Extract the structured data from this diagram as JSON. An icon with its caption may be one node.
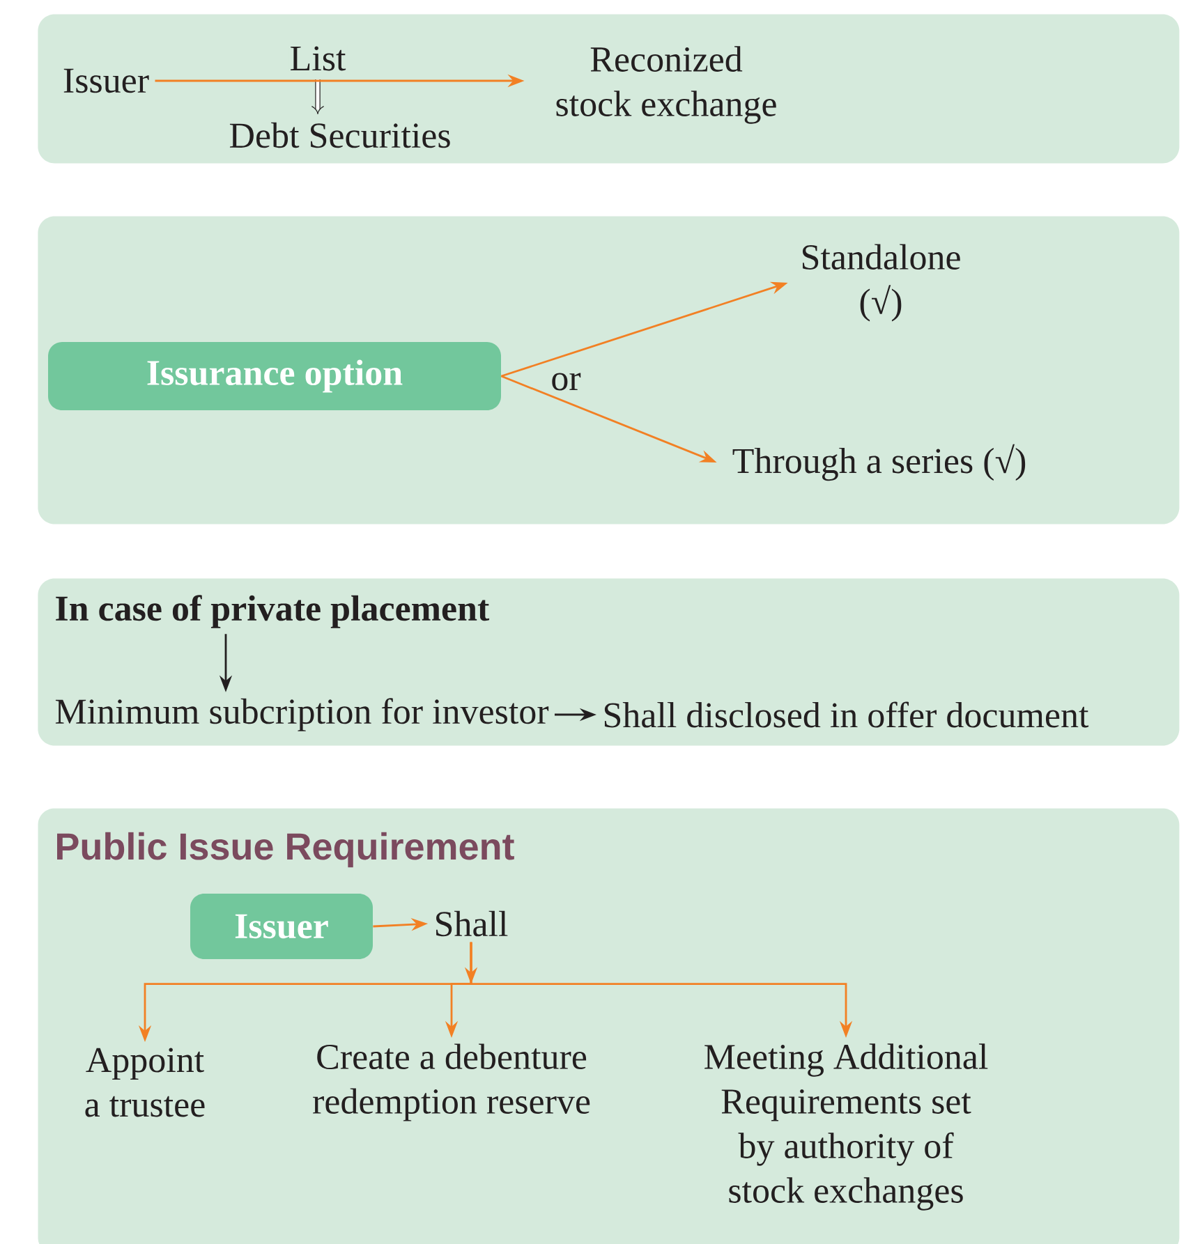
{
  "diagram": {
    "nodes": [
      {
        "text": [],
        "shape": "box"
      },
      {
        "text": [
          "Issuer"
        ],
        "in": 0
      },
      {
        "text": [
          "Reconized stock exchange"
        ],
        "in": 0
      },
      {
        "text": [],
        "shape": "box"
      },
      {
        "text": [
          "Issurance option"
        ],
        "in": 3
      },
      {
        "text": [
          "Standalone (√)"
        ],
        "in": 3
      },
      {
        "text": [
          "Through a series (√)"
        ],
        "in": 3
      },
      {
        "text": [],
        "shape": "box"
      },
      {
        "text": [
          "In case of private placement"
        ],
        "in": 7
      },
      {
        "text": [
          "Minimum subcription for investor"
        ],
        "in": 7
      },
      {
        "text": [
          "Shall disclosed in offer document"
        ],
        "in": 7
      },
      {
        "text": [
          "Public Issue Requirement"
        ]
      },
      {
        "text": [
          "Issuer"
        ],
        "in": 11
      },
      {
        "text": [
          "Shall"
        ],
        "in": 11
      },
      {
        "text": [
          "Appoint a trustee"
        ],
        "in": 11
      },
      {
        "text": [
          "Create a debenture redemption reserve"
        ],
        "in": 11
      },
      {
        "text": [
          "Meeting Additional Requirements set by authority of stock exchanges"
        ],
        "in": 11
      }
    ],
    "edges": [
      {
        "from": 1,
        "to": 2,
        "arrow": "to",
        "label": "List"
      },
      {
        "from": 4,
        "to": 5,
        "arrow": "to"
      },
      {
        "from": 4,
        "to": 6,
        "arrow": "to"
      },
      {
        "from": 8,
        "to": 9,
        "arrow": "to",
        "color": "#231f20"
      },
      {
        "from": 9,
        "to": 10,
        "arrow": "to",
        "color": "#231f20"
      },
      {
        "from": 12,
        "to": 13,
        "arrow": "to"
      },
      {
        "from": 13,
        "to": 14,
        "arrow": "to"
      },
      {
        "from": 13,
        "to": 15,
        "arrow": "to"
      },
      {
        "from": 13,
        "to": 16,
        "arrow": "to"
      }
    ],
    "labels": [
      "Debt Securities",
      "or"
    ]
  }
}
